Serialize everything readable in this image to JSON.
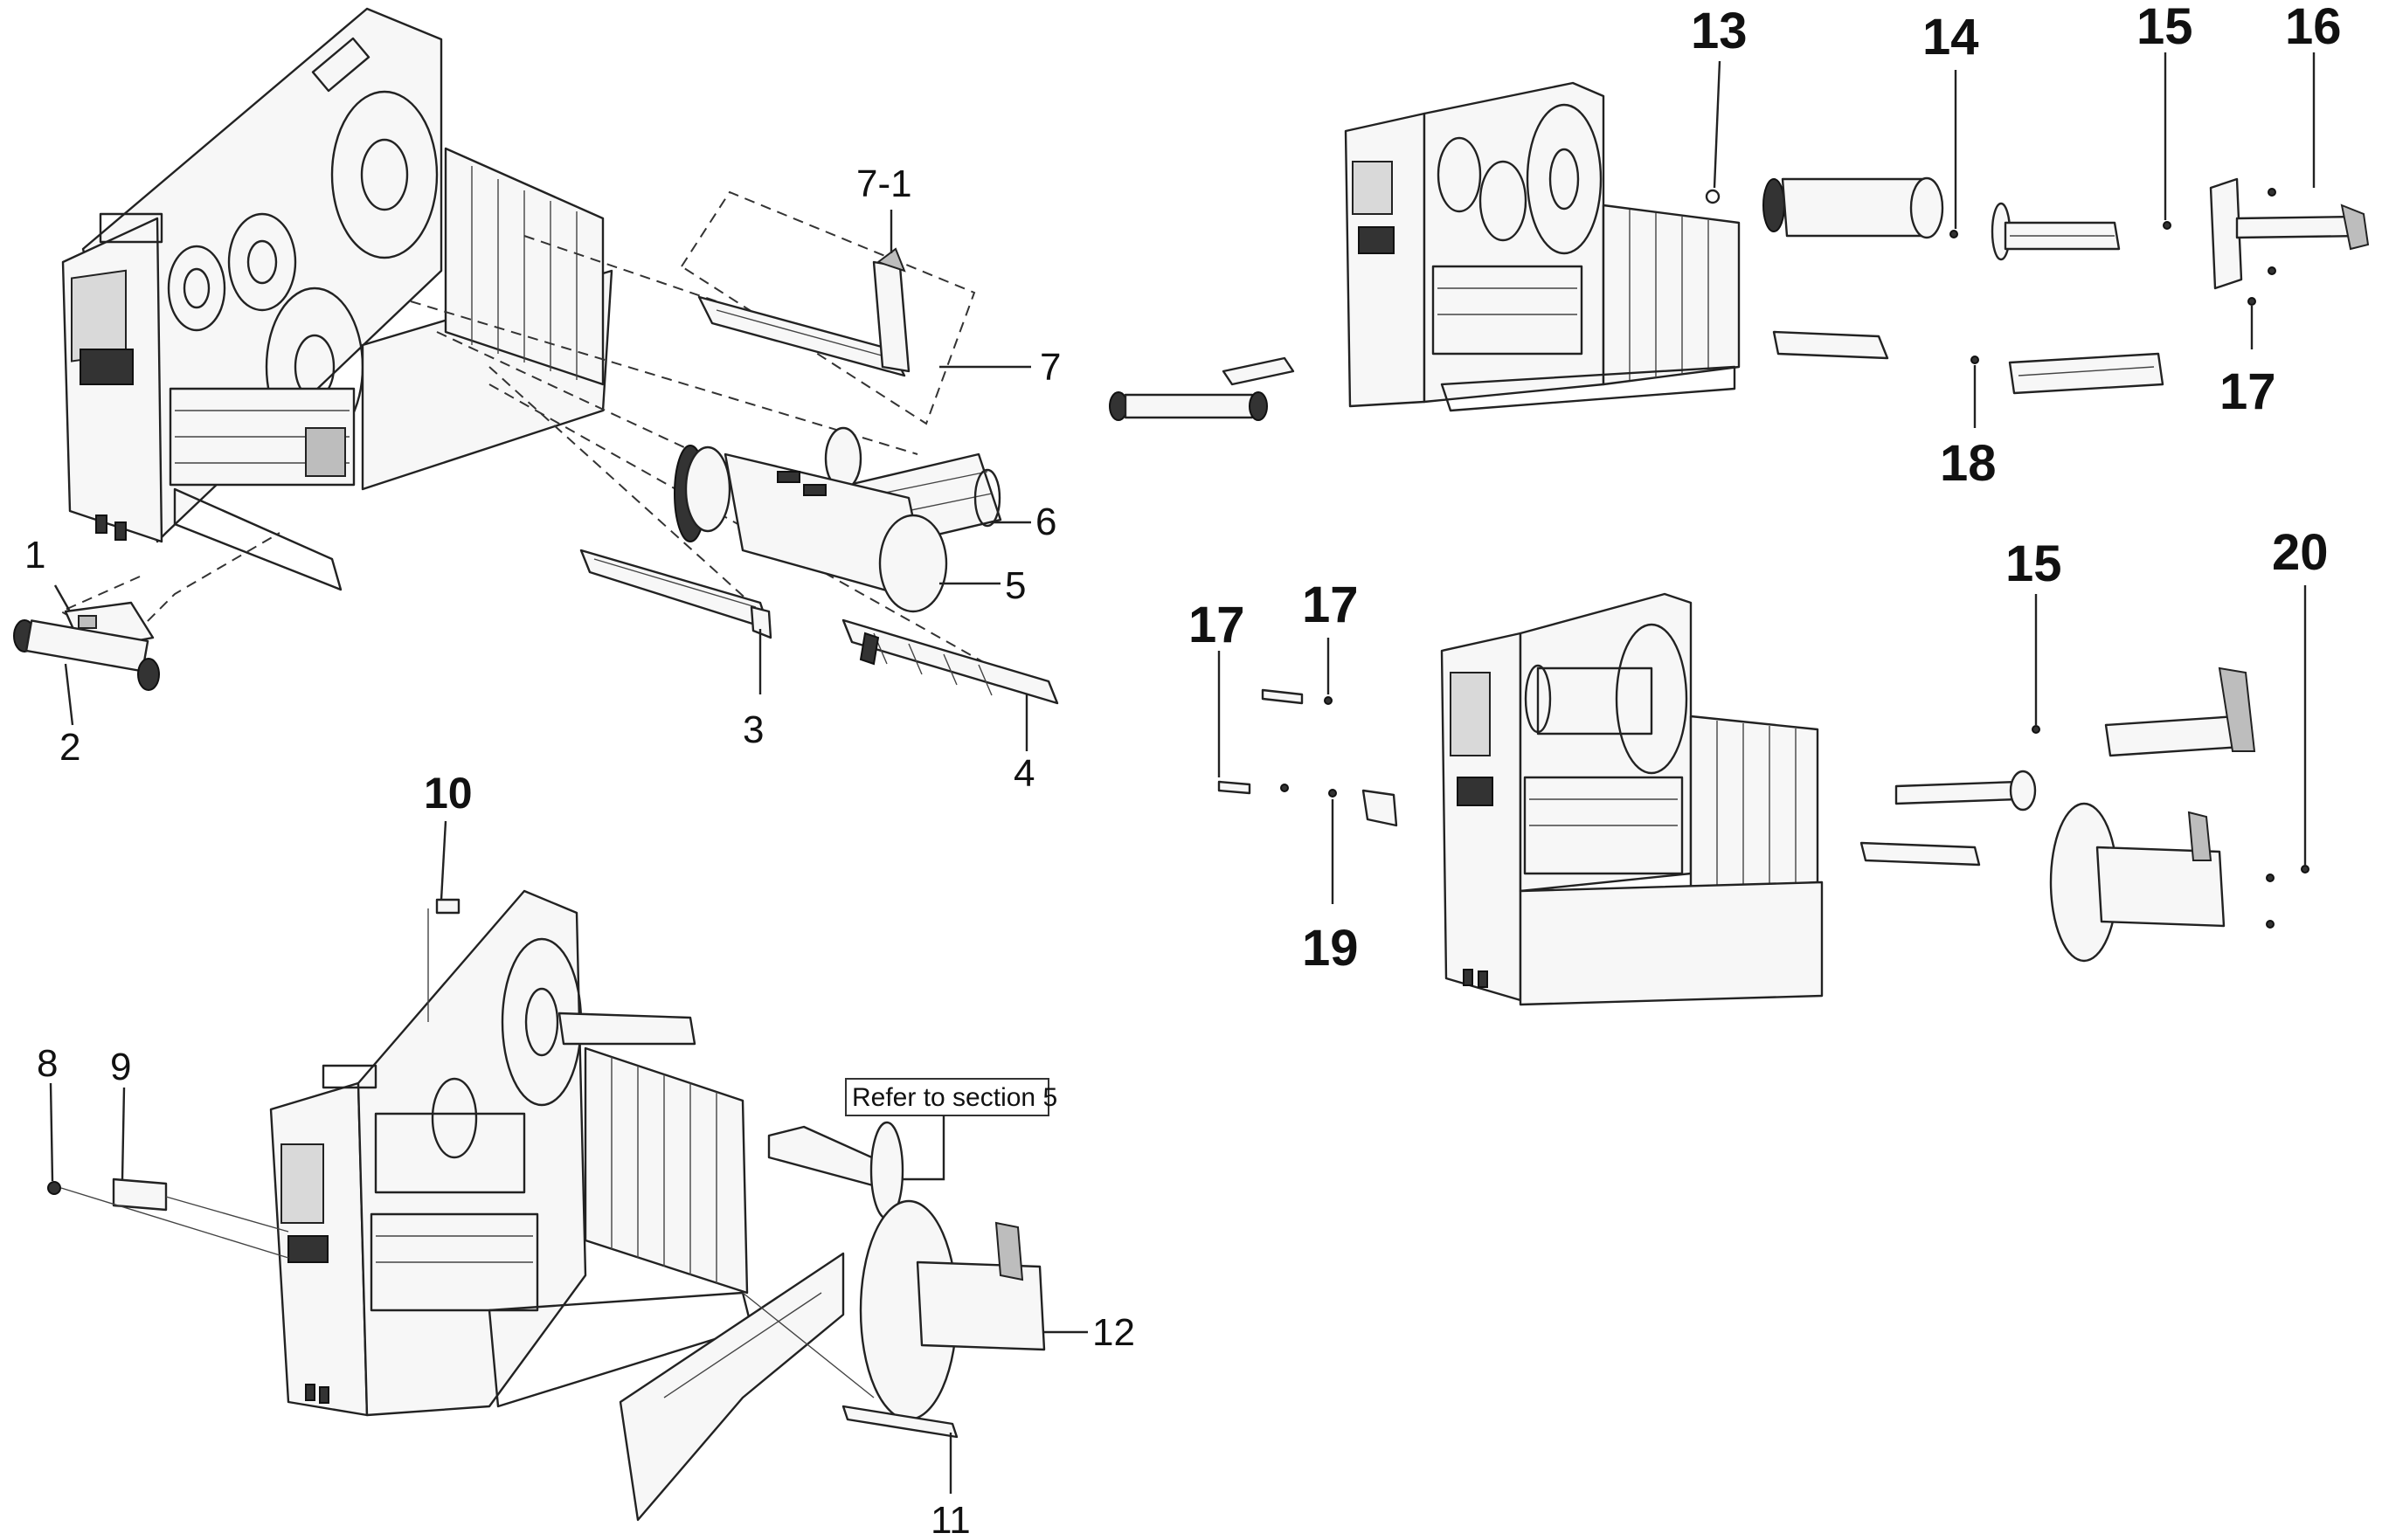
{
  "callouts": {
    "c1": "1",
    "c2": "2",
    "c3": "3",
    "c4": "4",
    "c5": "5",
    "c6": "6",
    "c7": "7",
    "c7_1": "7-1",
    "c8": "8",
    "c9": "9",
    "c10": "10",
    "c11": "11",
    "c12": "12",
    "c13": "13",
    "c14": "14",
    "c15a": "15",
    "c16": "16",
    "c17a": "17",
    "c18": "18",
    "c15b": "15",
    "c17b": "17",
    "c17c": "17",
    "c19": "19",
    "c20": "20"
  },
  "reference_box": {
    "text": "Refer to section 5"
  },
  "colors": {
    "line": "#222222",
    "fill": "#f7f7f7",
    "accent": "#bdbdbd"
  }
}
